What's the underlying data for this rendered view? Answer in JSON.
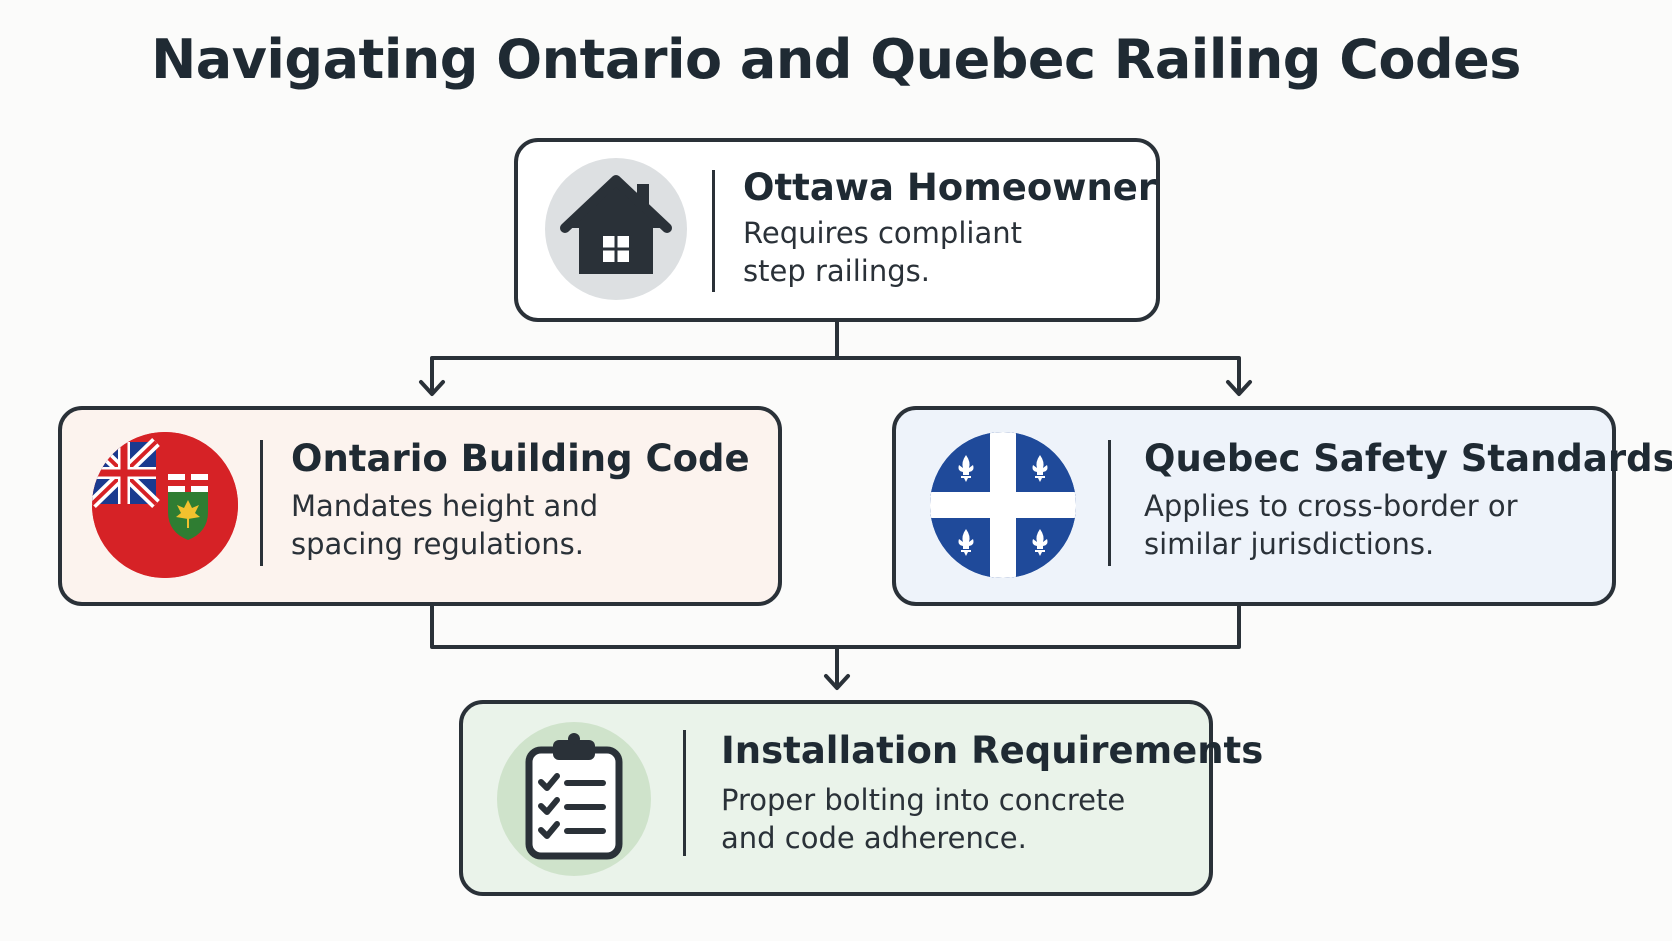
{
  "title": "Navigating Ontario and Quebec Railing Codes",
  "nodes": {
    "homeowner": {
      "heading": "Ottawa Homeowner",
      "lines": [
        "Requires compliant",
        "step railings."
      ],
      "icon": "house-icon",
      "icon_bg": "#dde0e2"
    },
    "ontario": {
      "heading": "Ontario Building Code",
      "lines": [
        "Mandates height and",
        "spacing regulations."
      ],
      "icon": "ontario-flag-icon",
      "icon_bg": "#d62226"
    },
    "quebec": {
      "heading": "Quebec Safety Standards",
      "lines": [
        "Applies to cross-border or",
        "similar jurisdictions."
      ],
      "icon": "quebec-flag-icon",
      "icon_bg": "#1f4a9a"
    },
    "installation": {
      "heading": "Installation Requirements",
      "lines": [
        "Proper bolting into concrete",
        "and code adherence."
      ],
      "icon": "clipboard-checklist-icon",
      "icon_bg": "#cfe3cb"
    }
  },
  "colors": {
    "border": "#2a3138",
    "ontario_card": "#fcf3ee",
    "quebec_card": "#eef3fa",
    "installation_card": "#eaf3ea"
  }
}
